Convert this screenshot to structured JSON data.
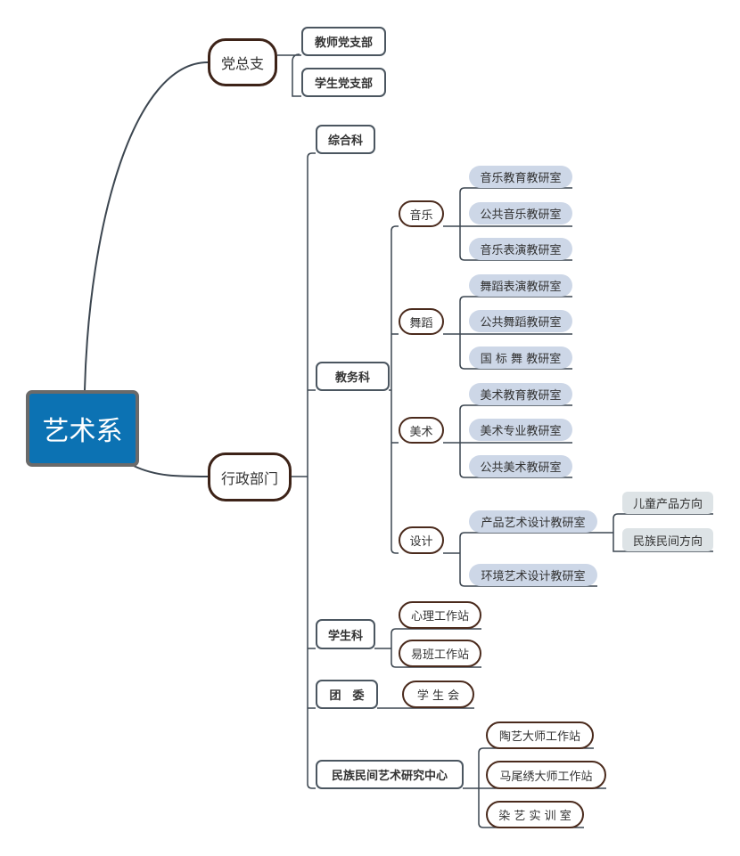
{
  "root": {
    "label": "艺术系",
    "color": "#0c72b3"
  },
  "party": {
    "label": "党总支",
    "children": [
      "教师党支部",
      "学生党支部"
    ]
  },
  "admin": {
    "label": "行政部门",
    "departments": {
      "general": {
        "label": "综合科"
      },
      "academic": {
        "label": "教务科",
        "groups": [
          {
            "label": "音乐",
            "rooms": [
              "音乐教育教研室",
              "公共音乐教研室",
              "音乐表演教研室"
            ]
          },
          {
            "label": "舞蹈",
            "rooms": [
              "舞蹈表演教研室",
              "公共舞蹈教研室",
              "国 标 舞 教研室"
            ]
          },
          {
            "label": "美术",
            "rooms": [
              "美术教育教研室",
              "美术专业教研室",
              "公共美术教研室"
            ]
          },
          {
            "label": "设计",
            "rooms": [
              "产品艺术设计教研室",
              "环境艺术设计教研室"
            ],
            "directions": [
              "儿童产品方向",
              "民族民间方向"
            ]
          }
        ]
      },
      "student": {
        "label": "学生科",
        "children": [
          "心理工作站",
          "易班工作站"
        ]
      },
      "league": {
        "label": "团　委",
        "children": [
          "学 生 会"
        ]
      },
      "folk": {
        "label": "民族民间艺术研究中心",
        "children": [
          "陶艺大师工作站",
          "马尾绣大师工作站",
          "染 艺 实 训 室"
        ]
      }
    }
  }
}
